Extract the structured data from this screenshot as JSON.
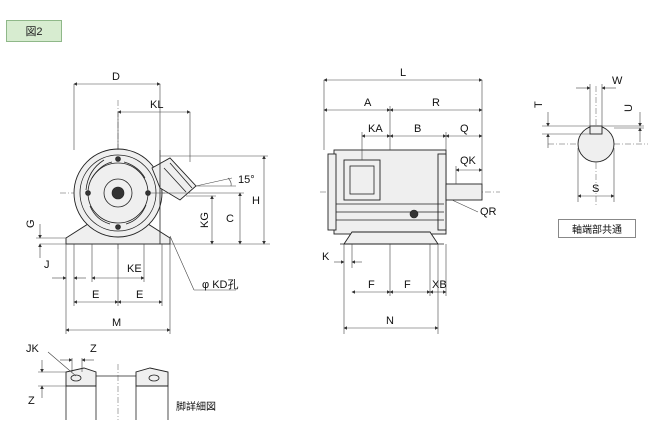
{
  "figure_label": "図2",
  "front_view": {
    "labels": {
      "D": "D",
      "KL": "KL",
      "angle": "15°",
      "H": "H",
      "C": "C",
      "KG": "KG",
      "G": "G",
      "J": "J",
      "KE": "KE",
      "E1": "E",
      "E2": "E",
      "M": "M",
      "KD": "φ KD孔"
    }
  },
  "side_view": {
    "labels": {
      "L": "L",
      "A": "A",
      "R": "R",
      "KA": "KA",
      "B": "B",
      "Q": "Q",
      "QK": "QK",
      "QR": "QR",
      "K": "K",
      "F1": "F",
      "F2": "F",
      "XB": "XB",
      "N": "N"
    }
  },
  "shaft_detail": {
    "labels": {
      "W": "W",
      "T": "T",
      "U": "U",
      "S": "S"
    },
    "caption": "軸端部共通"
  },
  "foot_detail": {
    "labels": {
      "JK": "JK",
      "Z_top": "Z",
      "Z_side": "Z"
    },
    "caption": "脚詳細図"
  }
}
